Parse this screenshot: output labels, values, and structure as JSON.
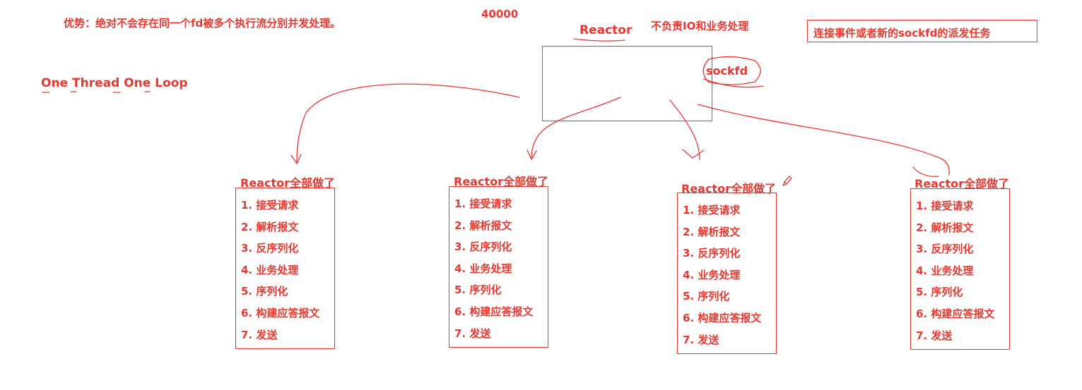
{
  "advantage_note": "优势：绝对不会存在同一个fd被多个执行流分别并发处理。",
  "number_note": "40000",
  "model_label": "One Thread One Loop",
  "main_reactor": {
    "title": "Reactor",
    "duty_note": "不负责IO和业务处理",
    "fd_label": "sockfd"
  },
  "dispatch_note": "连接事件或者新的sockfd的派发任务",
  "workers": [
    {
      "title": "Reactor全部做了",
      "steps": [
        "1. 接受请求",
        "2. 解析报文",
        "3. 反序列化",
        "4. 业务处理",
        "5. 序列化",
        "6. 构建应答报文",
        "7. 发送"
      ]
    },
    {
      "title": "Reactor全部做了",
      "steps": [
        "1. 接受请求",
        "2. 解析报文",
        "3. 反序列化",
        "4. 业务处理",
        "5. 序列化",
        "6. 构建应答报文",
        "7. 发送"
      ]
    },
    {
      "title": "Reactor全部做了",
      "steps": [
        "1. 接受请求",
        "2. 解析报文",
        "3. 反序列化",
        "4. 业务处理",
        "5. 序列化",
        "6. 构建应答报文",
        "7. 发送"
      ]
    },
    {
      "title": "Reactor全部做了",
      "steps": [
        "1. 接受请求",
        "2. 解析报文",
        "3. 反序列化",
        "4. 业务处理",
        "5. 序列化",
        "6. 构建应答报文",
        "7. 发送"
      ]
    }
  ],
  "colors": {
    "ink": "#e8382f",
    "background": "#ffffff"
  }
}
